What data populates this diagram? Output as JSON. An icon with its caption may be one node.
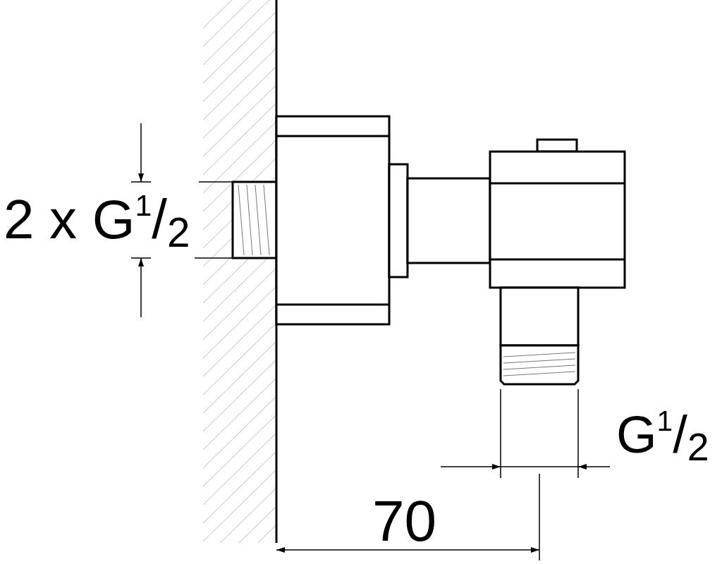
{
  "diagram": {
    "labels": [
      "2 x G$^{1}$/$_{2}$",
      "G$^{1}$/$_{2}$",
      "70"
    ]
  }
}
